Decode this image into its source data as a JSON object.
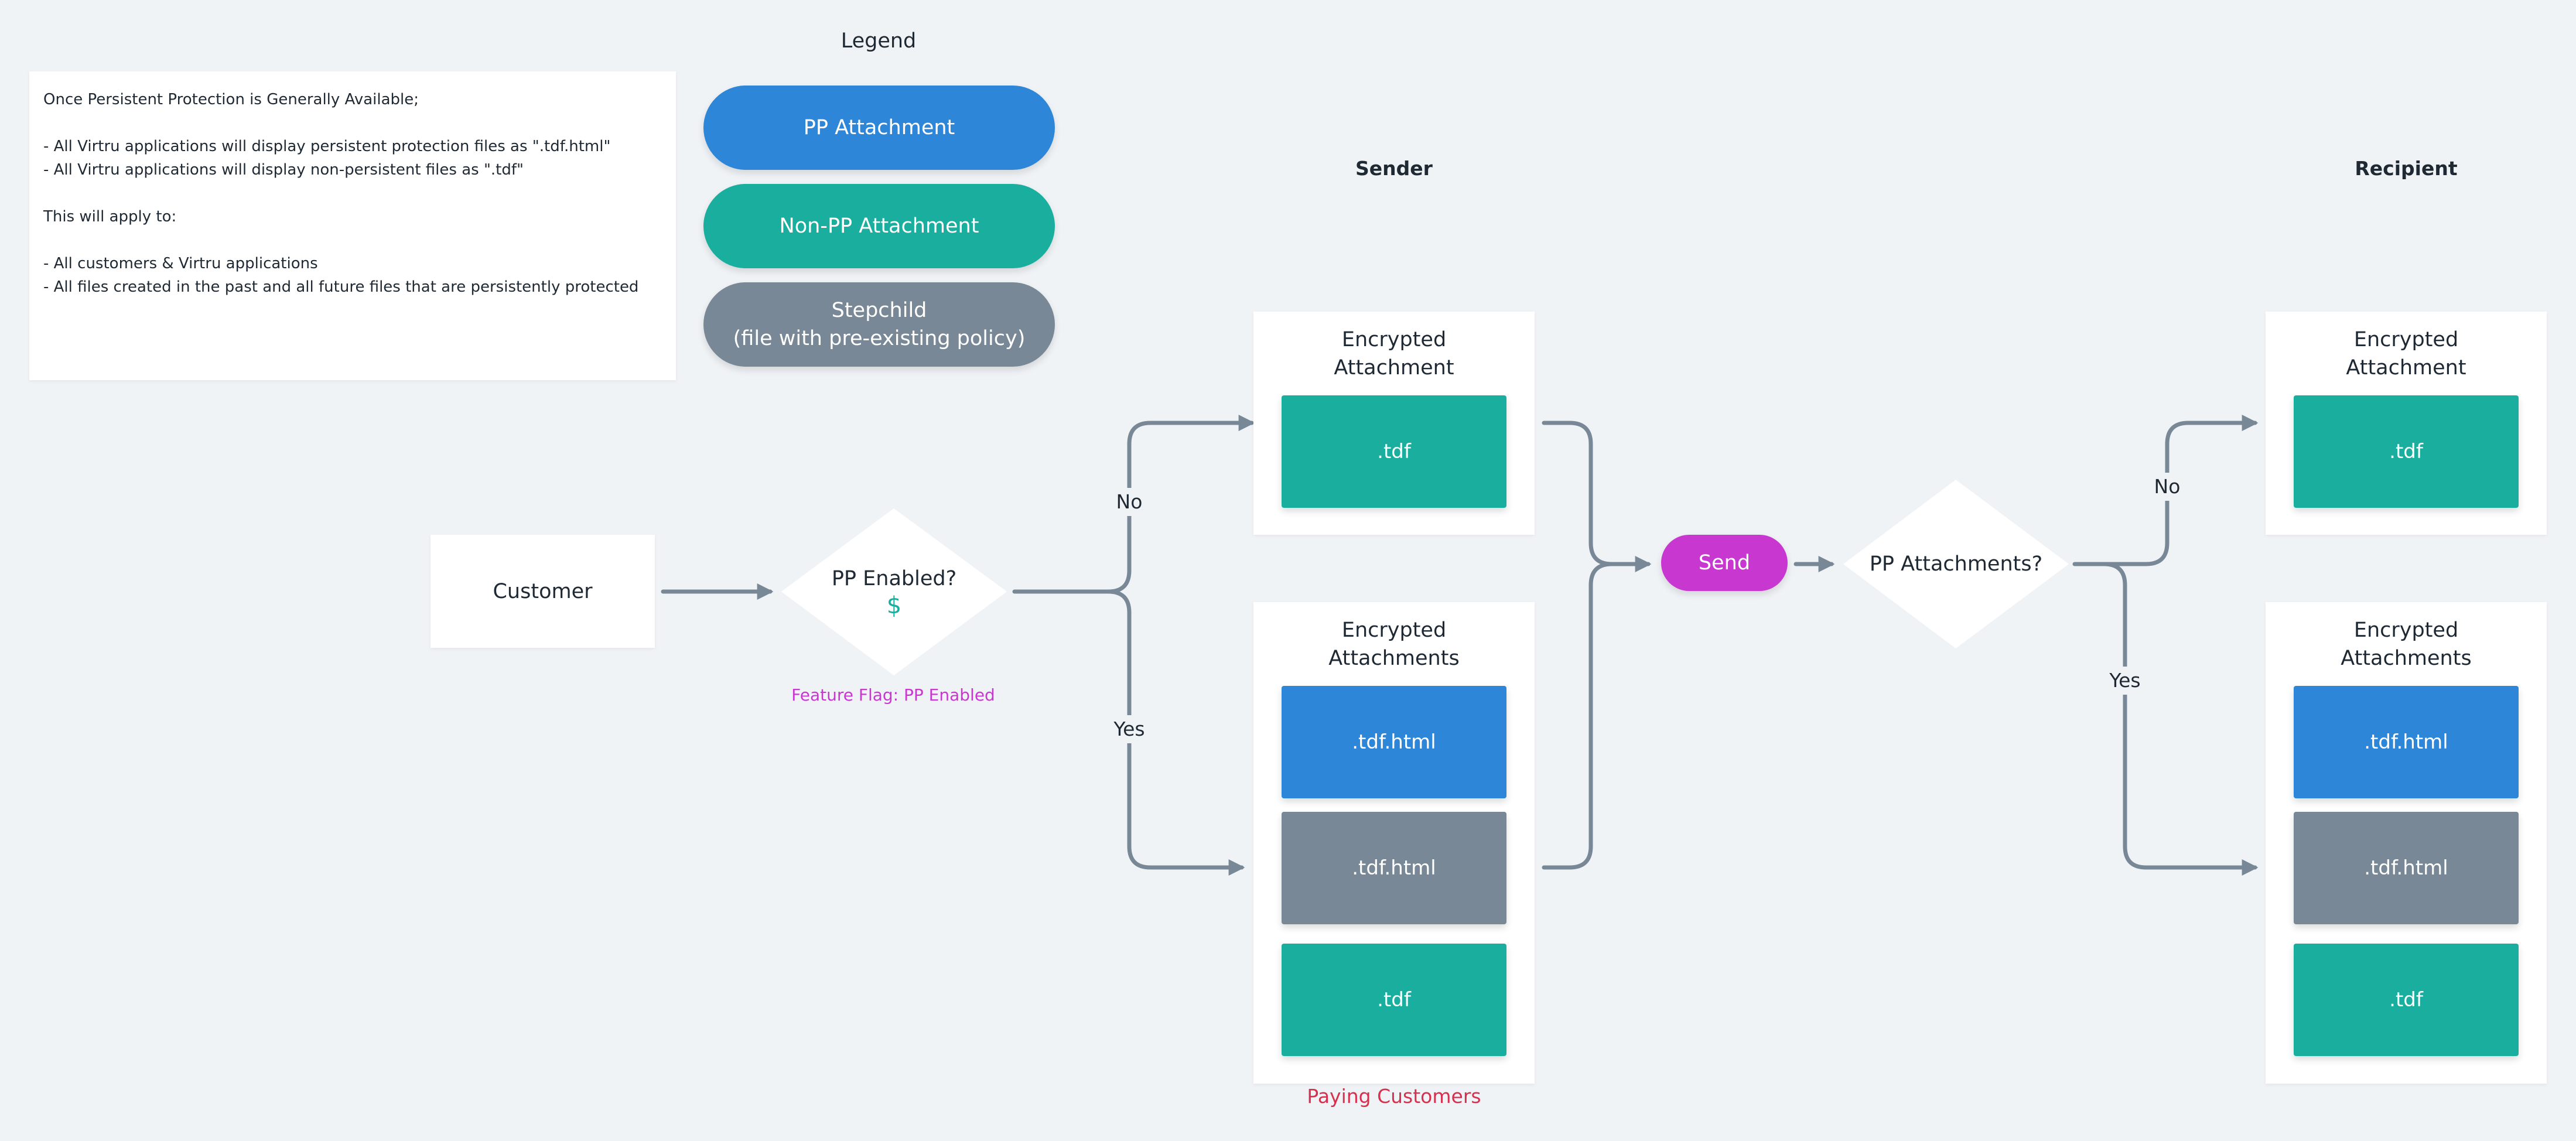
{
  "colors": {
    "pp": "#2e86d8",
    "non_pp": "#1aae9f",
    "stepchild": "#788896",
    "send": "#c837d0",
    "feature_flag": "#c837d0",
    "paying": "#d6304f",
    "connector": "#788896",
    "dollar": "#1aae9f"
  },
  "note": {
    "lines": [
      "Once Persistent Protection is Generally Available;",
      "",
      "- All Virtru applications will display persistent protection files as \".tdf.html\"",
      "- All Virtru applications will display non-persistent files as \".tdf\"",
      "",
      "This will apply to:",
      "",
      "- All customers & Virtru applications",
      "- All files created in the past and all future files that are persistently protected"
    ]
  },
  "legend": {
    "title": "Legend",
    "pp": "PP Attachment",
    "non_pp": "Non-PP Attachment",
    "stepchild_line1": "Stepchild",
    "stepchild_line2": "(file with pre-existing policy)"
  },
  "headers": {
    "sender": "Sender",
    "recipient": "Recipient"
  },
  "flow": {
    "customer": "Customer",
    "decision1": "PP Enabled?",
    "dollar_icon": "$",
    "feature_flag": "Feature Flag: PP Enabled",
    "no_label": "No",
    "yes_label": "Yes",
    "send": "Send",
    "decision2": "PP Attachments?",
    "no_label2": "No",
    "yes_label2": "Yes",
    "paying_customers": "Paying Customers"
  },
  "sender": {
    "single_title_1": "Encrypted",
    "single_title_2": "Attachment",
    "single_tile": ".tdf",
    "multi_title_1": "Encrypted",
    "multi_title_2": "Attachments",
    "multi_tiles": [
      ".tdf.html",
      ".tdf.html",
      ".tdf"
    ]
  },
  "recipient": {
    "single_title_1": "Encrypted",
    "single_title_2": "Attachment",
    "single_tile": ".tdf",
    "multi_title_1": "Encrypted",
    "multi_title_2": "Attachments",
    "multi_tiles": [
      ".tdf.html",
      ".tdf.html",
      ".tdf"
    ]
  }
}
